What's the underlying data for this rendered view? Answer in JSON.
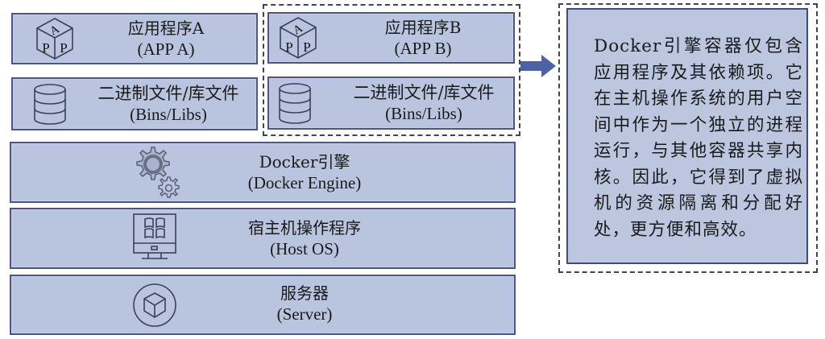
{
  "layers": {
    "app_a": {
      "zh": "应用程序A",
      "en": "(APP A)",
      "icon": "app-cube-icon",
      "icon_letters": [
        "A",
        "P",
        "P"
      ]
    },
    "bins_a": {
      "zh": "二进制文件/库文件",
      "en": "(Bins/Libs)",
      "icon": "database-icon"
    },
    "app_b": {
      "zh": "应用程序B",
      "en": "(APP B)",
      "icon": "app-cube-icon",
      "icon_letters": [
        "A",
        "P",
        "P"
      ]
    },
    "bins_b": {
      "zh": "二进制文件/库文件",
      "en": "(Bins/Libs)",
      "icon": "database-icon"
    },
    "engine": {
      "zh": "Docker引擎",
      "en": "(Docker Engine)",
      "icon": "gears-icon"
    },
    "host_os": {
      "zh": "宿主机操作程序",
      "en": "(Host OS)",
      "icon": "monitor-windows-icon"
    },
    "server": {
      "zh": "服务器",
      "en": "(Server)",
      "icon": "server-cube-circle-icon"
    }
  },
  "note": {
    "text": "Docker引擎容器仅包含应用程序及其依赖项。它在主机操作系统的用户空间中作为一个独立的进程运行，与其他容器共享内核。因此，它得到了虚拟机的资源隔离和分配好处，更方便和高效。"
  },
  "colors": {
    "box_fill": "#b9c4de",
    "box_border": "#4b5483",
    "arrow": "#4d62a3",
    "dashed": "#3f4556"
  }
}
